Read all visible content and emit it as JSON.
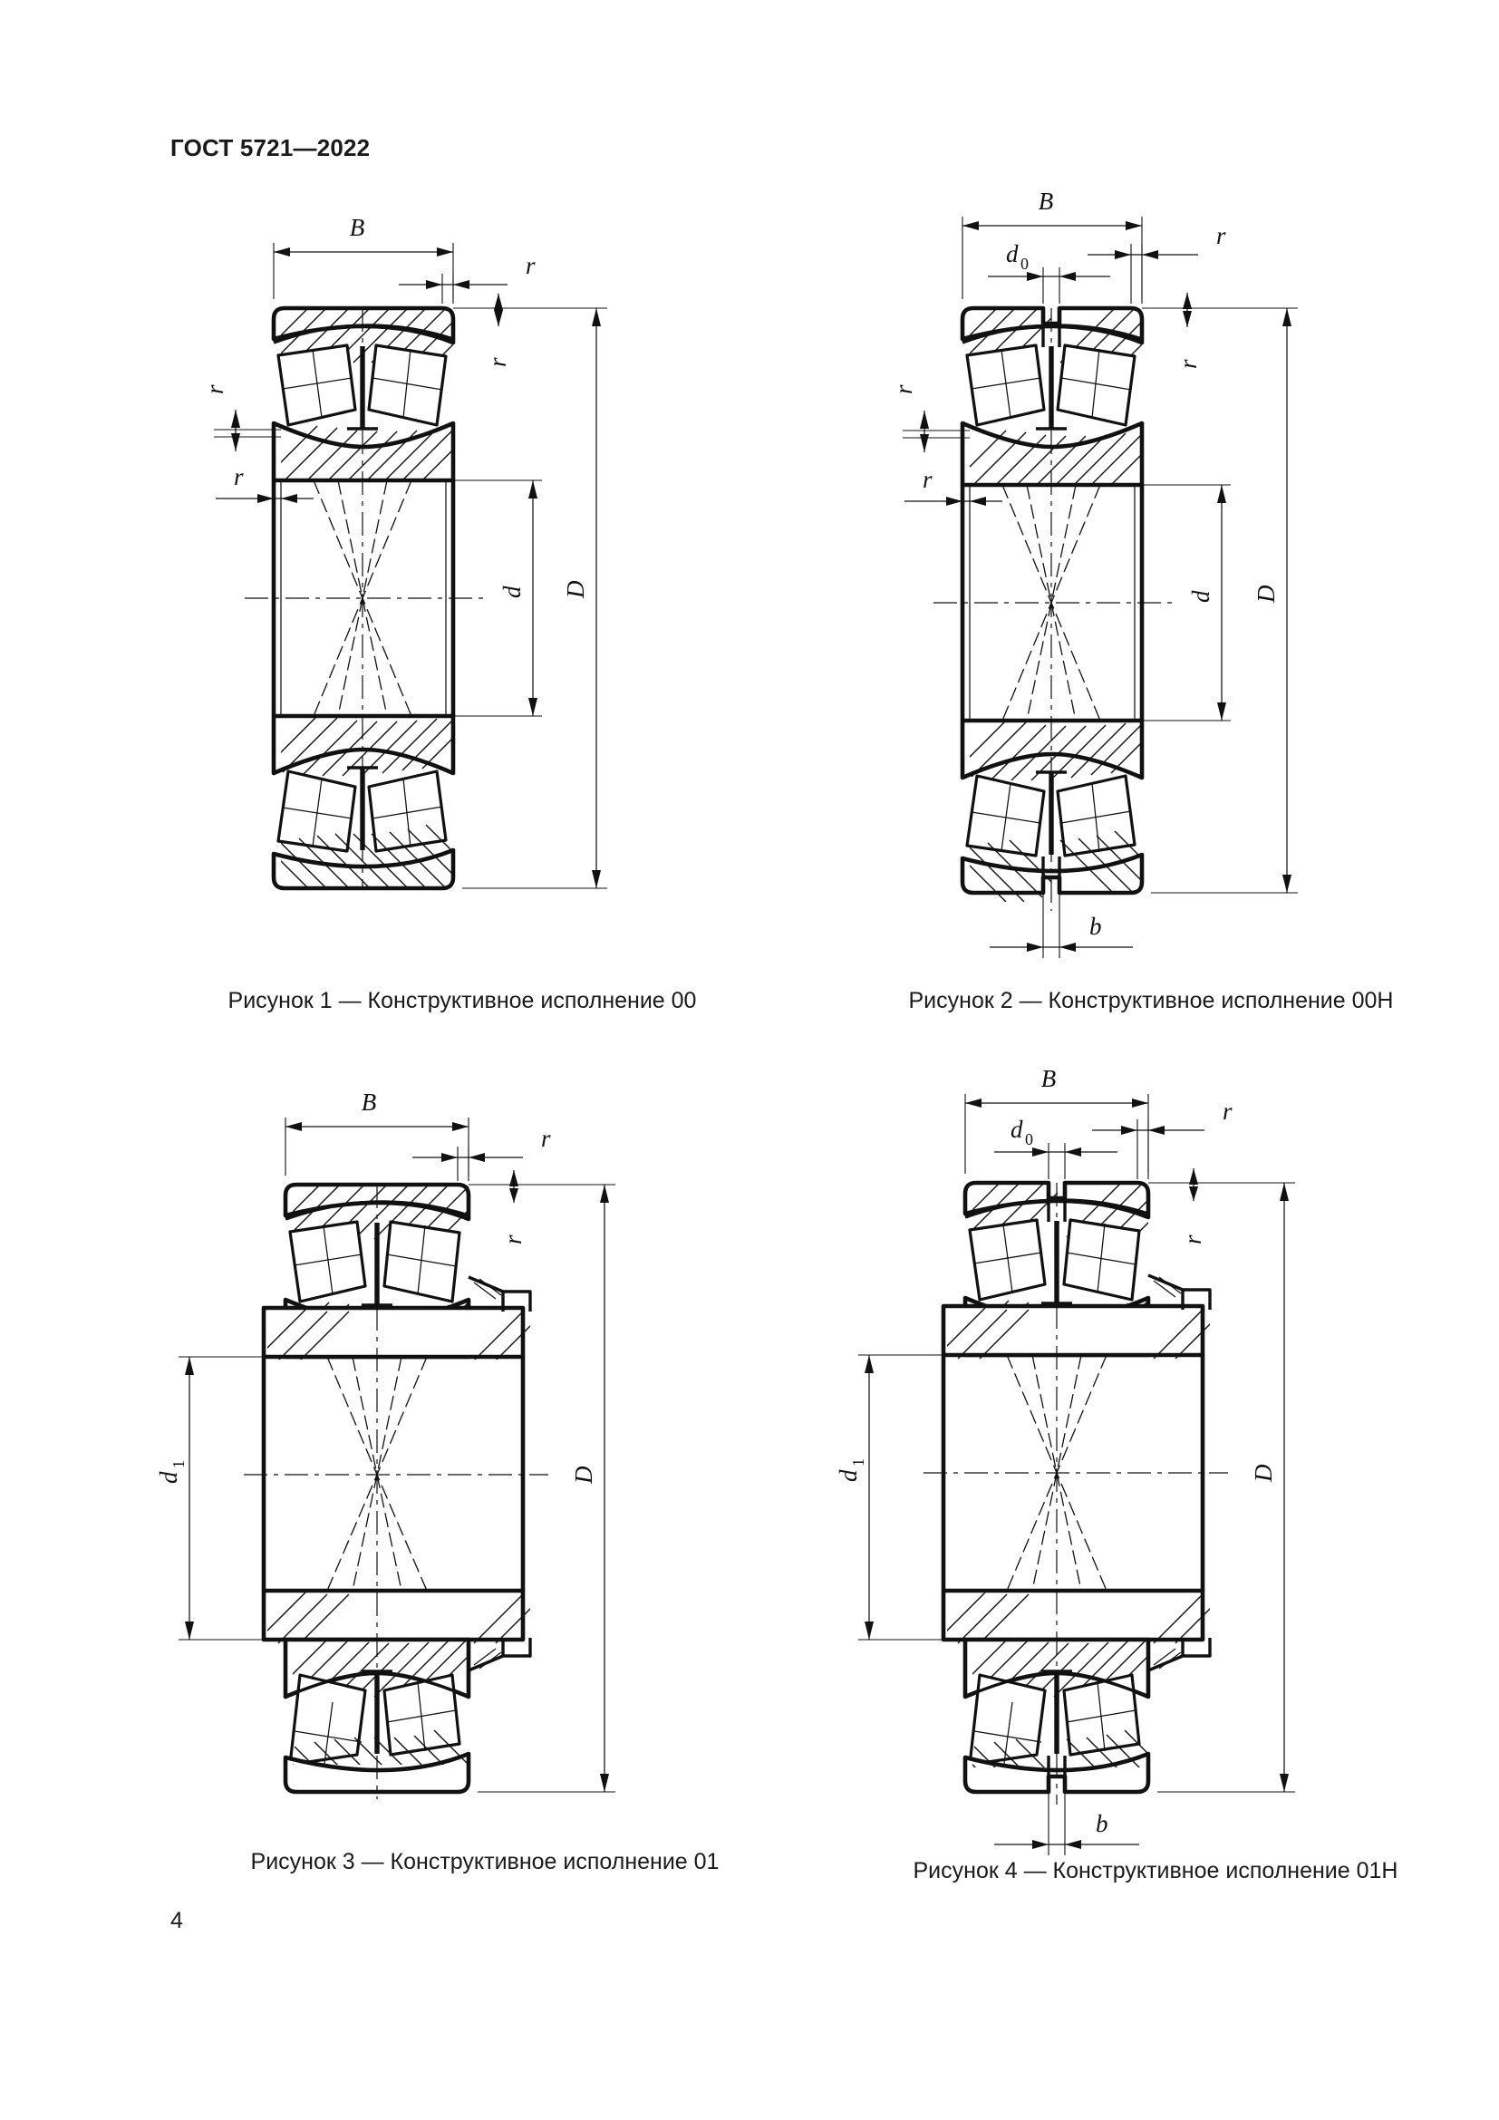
{
  "document": {
    "standard_header": "ГОСТ 5721—2022",
    "page_number": "4"
  },
  "figures": [
    {
      "id": "figure-1",
      "caption": "Рисунок 1 — Конструктивное исполнение 00",
      "design_code": "00",
      "dimension_labels": {
        "width": "B",
        "outer_diameter": "D",
        "bore_diameter": "d",
        "radius": "r"
      },
      "visible_labels": [
        "B",
        "r",
        "r",
        "r",
        "d",
        "D"
      ]
    },
    {
      "id": "figure-2",
      "caption": "Рисунок 2 — Конструктивное исполнение 00Н",
      "design_code": "00Н",
      "dimension_labels": {
        "width": "B",
        "outer_diameter": "D",
        "bore_diameter": "d",
        "radius": "r",
        "lubrication_hole": "d",
        "lubrication_hole_sub": "0",
        "groove_width": "b"
      },
      "visible_labels": [
        "B",
        "d0",
        "r",
        "r",
        "r",
        "d",
        "D",
        "b"
      ]
    },
    {
      "id": "figure-3",
      "caption": "Рисунок 3 — Конструктивное исполнение 01",
      "design_code": "01",
      "dimension_labels": {
        "width": "B",
        "outer_diameter": "D",
        "sleeve_bore": "d",
        "sleeve_bore_sub": "1",
        "radius": "r"
      },
      "visible_labels": [
        "B",
        "r",
        "r",
        "d1",
        "D"
      ]
    },
    {
      "id": "figure-4",
      "caption": "Рисунок 4 — Конструктивное исполнение 01Н",
      "design_code": "01Н",
      "dimension_labels": {
        "width": "B",
        "outer_diameter": "D",
        "sleeve_bore": "d",
        "sleeve_bore_sub": "1",
        "radius": "r",
        "lubrication_hole": "d",
        "lubrication_hole_sub": "0",
        "groove_width": "b"
      },
      "visible_labels": [
        "B",
        "d0",
        "r",
        "r",
        "d1",
        "D",
        "b"
      ]
    }
  ],
  "colors": {
    "ink": "#111111",
    "paper": "#ffffff"
  }
}
